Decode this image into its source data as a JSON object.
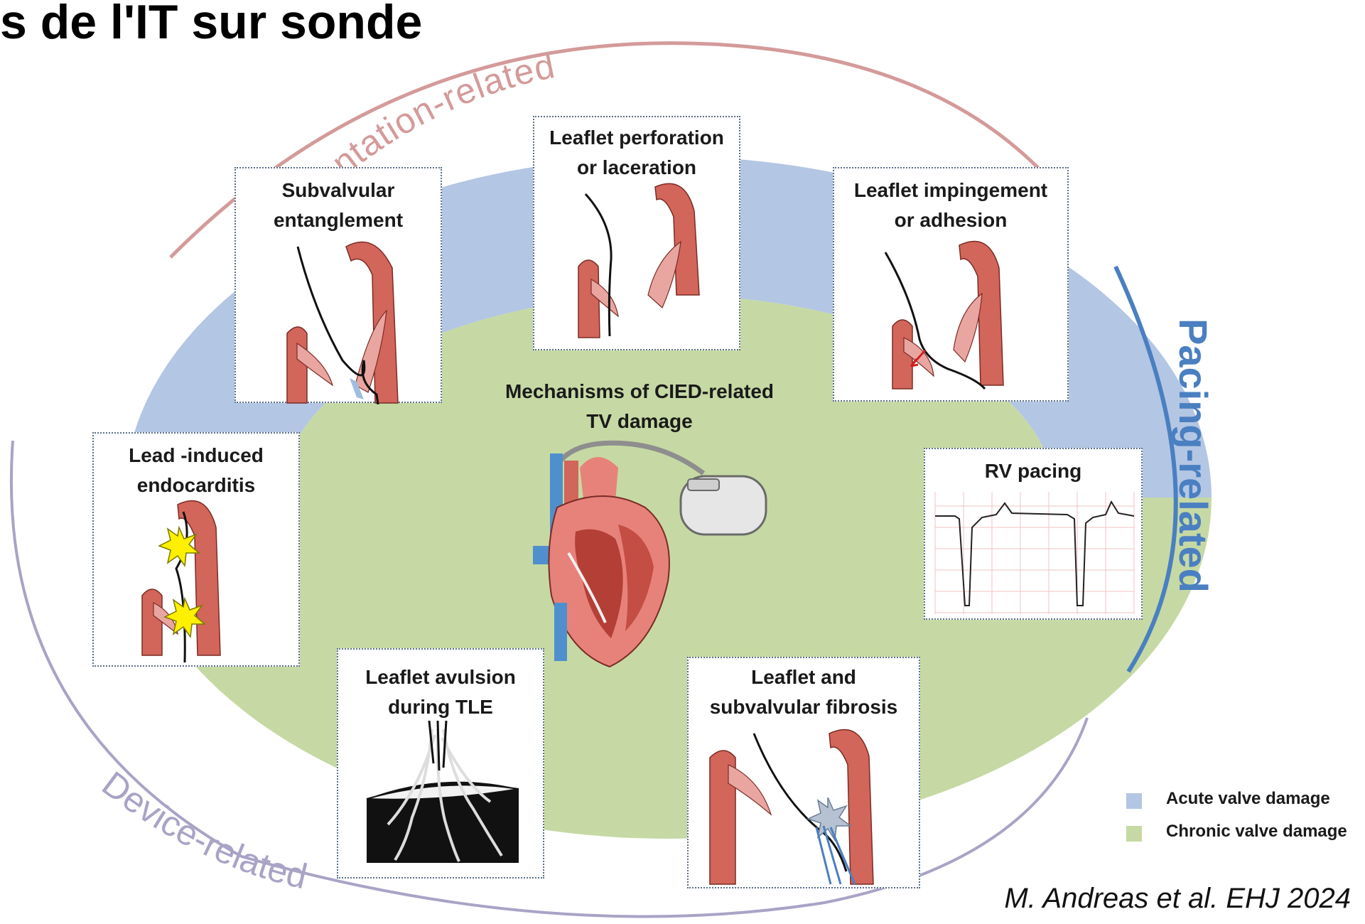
{
  "slide_title": "s de l'IT sur sonde",
  "arc_labels": {
    "implantation": "Implantation-related",
    "pacing": "Pacing-related",
    "device": "Device-related"
  },
  "center": {
    "title_line1": "Mechanisms of CIED-related",
    "title_line2": "TV damage"
  },
  "panels": {
    "subvalvular": {
      "line1": "Subvalvular",
      "line2": "entanglement"
    },
    "perforation": {
      "line1": "Leaflet perforation",
      "line2": "or laceration"
    },
    "impingement": {
      "line1": "Leaflet impingement",
      "line2": "or adhesion"
    },
    "endocarditis": {
      "line1": "Lead -induced",
      "line2": "endocarditis"
    },
    "rv_pacing": {
      "line1": "RV pacing"
    },
    "avulsion": {
      "line1": "Leaflet avulsion",
      "line2": "during TLE"
    },
    "fibrosis": {
      "line1": "Leaflet and",
      "line2": "subvalvular fibrosis"
    }
  },
  "legend": {
    "items": [
      {
        "label": "Acute valve damage",
        "color": "#b3c6e3"
      },
      {
        "label": "Chronic valve damage",
        "color": "#c6d9a4"
      }
    ]
  },
  "citation": "M. Andreas et al. EHJ 2024",
  "colors": {
    "acute_band": "#b3c6e3",
    "chronic_band": "#c6d9a4",
    "implantation_arc": "#d49a9a",
    "pacing_arc": "#4a7fc1",
    "device_arc": "#a9a3c6",
    "tissue": "#d2665b"
  }
}
